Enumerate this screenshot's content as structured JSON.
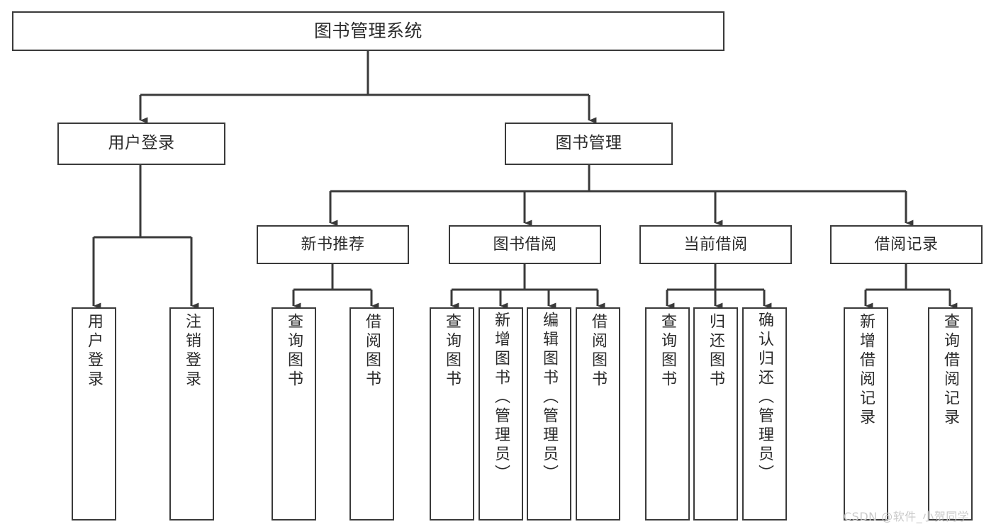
{
  "diagram": {
    "title": "图书管理系统",
    "type": "tree",
    "background_color": "#ffffff",
    "line_color": "#3a3a3a",
    "text_color": "#2b2b2b",
    "root": {
      "label": "图书管理系统"
    },
    "level1": [
      {
        "label": "用户登录"
      },
      {
        "label": "图书管理"
      }
    ],
    "level2": [
      {
        "label": "新书推荐"
      },
      {
        "label": "图书借阅"
      },
      {
        "label": "当前借阅"
      },
      {
        "label": "借阅记录"
      }
    ],
    "leaves": {
      "user_login": [
        {
          "label": "用户登录"
        },
        {
          "label": "注销登录"
        }
      ],
      "new_book_recommend": [
        {
          "label": "查询图书"
        },
        {
          "label": "借阅图书"
        }
      ],
      "book_borrow": [
        {
          "label": "查询图书"
        },
        {
          "label": "新增图书（管理员）"
        },
        {
          "label": "编辑图书（管理员）"
        },
        {
          "label": "借阅图书"
        }
      ],
      "current_borrow": [
        {
          "label": "查询图书"
        },
        {
          "label": "归还图书"
        },
        {
          "label": "确认归还（管理员）"
        }
      ],
      "borrow_record": [
        {
          "label": "新增借阅记录"
        },
        {
          "label": "查询借阅记录"
        }
      ]
    }
  },
  "watermark": {
    "text": "CSDN @软件_小贺同学"
  }
}
